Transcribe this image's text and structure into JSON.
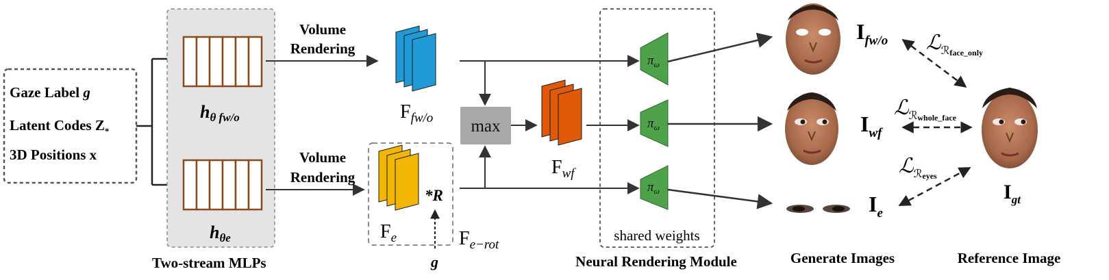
{
  "inputs": {
    "gaze_label": "Gaze Label",
    "gaze_symbol": "g",
    "latent_codes": "Latent Codes Z",
    "latent_sub": "*",
    "positions": "3D Positions x"
  },
  "mlp": {
    "top_h": "h",
    "top_sub": "θ fw/o",
    "bottom_h": "h",
    "bottom_sub": "θe",
    "caption": "Two-stream MLPs"
  },
  "volume_rendering": {
    "top_line1": "Volume",
    "top_line2": "Rendering",
    "bottom_line1": "Volume",
    "bottom_line2": "Rendering"
  },
  "features": {
    "f_fwo": "F",
    "f_fwo_sub": "fw/o",
    "f_e": "F",
    "f_e_sub": "e",
    "rot_op": "*R",
    "g_label": "g",
    "f_erot": "F",
    "f_erot_sub": "e−rot",
    "max_label": "max",
    "f_wf": "F",
    "f_wf_sub": "wf"
  },
  "render_module": {
    "pi": "π",
    "pi_sub": "ω",
    "shared": "shared weights",
    "caption": "Neural Rendering Module"
  },
  "outputs": {
    "i_fwo": "I",
    "i_fwo_sub": "fw/o",
    "i_wf": "I",
    "i_wf_sub": "wf",
    "i_e": "I",
    "i_e_sub": "e",
    "caption": "Generate Images"
  },
  "losses": {
    "l_face_only": "face_only",
    "l_whole_face": "whole_face",
    "l_eyes": "eyes"
  },
  "reference": {
    "i_gt": "I",
    "i_gt_sub": "gt",
    "caption": "Reference Image"
  },
  "colors": {
    "mlp_bg": "#e4e4e4",
    "mlp_stroke": "#8b4a1e",
    "blue": "#1f9ad6",
    "yellow": "#f2b705",
    "orange": "#e05a0a",
    "green": "#4ea24a",
    "max_bg": "#a8a8a8"
  }
}
